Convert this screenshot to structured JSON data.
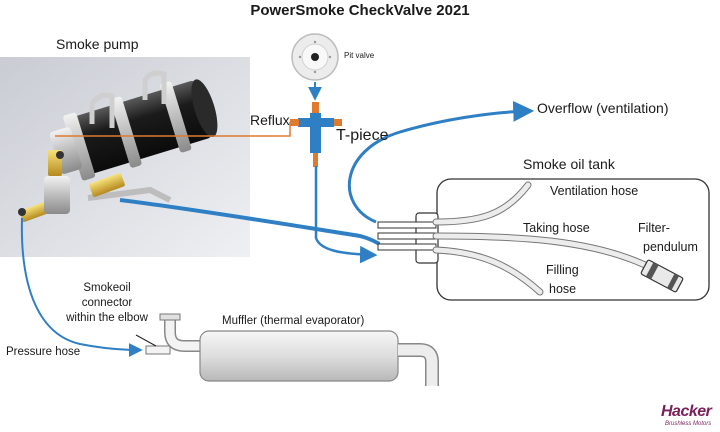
{
  "title": "PowerSmoke CheckValve 2021",
  "labels": {
    "smoke_pump": "Smoke pump",
    "pit_valve": "Pit valve",
    "reflux": "Reflux",
    "t_piece": "T-piece",
    "overflow": "Overflow (ventilation)",
    "smoke_oil_tank": "Smoke oil tank",
    "ventilation_hose": "Ventilation hose",
    "taking_hose": "Taking hose",
    "filter_line1": "Filter-",
    "filter_line2": "pendulum",
    "filling_line1": "Filling",
    "filling_line2": "hose",
    "connector_line1": "Smokeoil",
    "connector_line2": "connector",
    "connector_line3": "within the elbow",
    "muffler": "Muffler (thermal evaporator)",
    "pressure_hose": "Pressure hose"
  },
  "logo": {
    "name": "Hacker",
    "tagline": "Brushless Motors"
  },
  "colors": {
    "blue_line": "#2f7fc4",
    "orange_line": "#e07a2e",
    "tank_outline": "#333333",
    "logo": "#7a1f5c"
  }
}
